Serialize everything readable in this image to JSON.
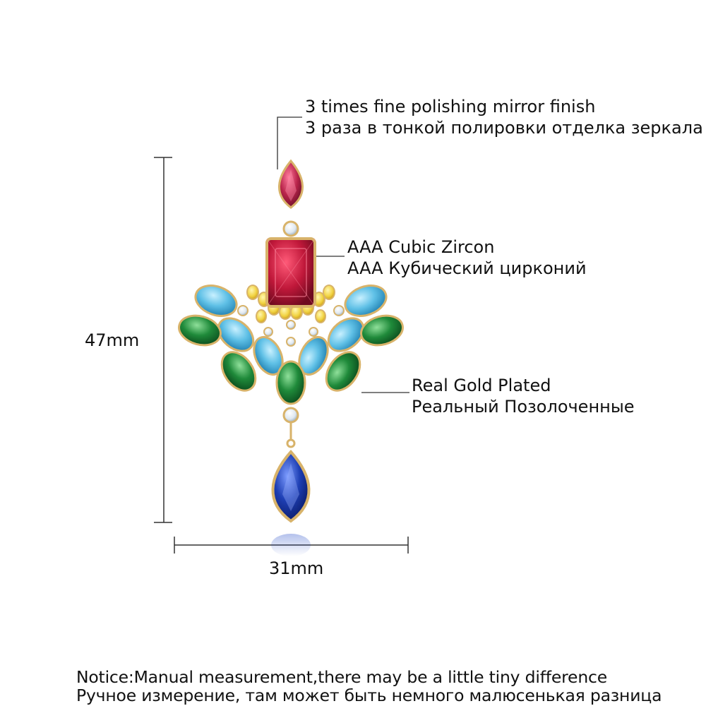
{
  "callouts": {
    "polish": {
      "en": "3 times fine polishing mirror finish",
      "ru": "3 раза в тонкой полировки отделка зеркала"
    },
    "zircon": {
      "en": "AAA Cubic Zircon",
      "ru": "AAA Кубический цирконий"
    },
    "gold": {
      "en": "Real Gold Plated",
      "ru": "Реальный Позолоченные"
    }
  },
  "dimensions": {
    "height": "47mm",
    "width": "31mm"
  },
  "notice": {
    "en": "Notice:Manual measurement,there may be a little tiny difference",
    "ru": "Ручное измерение, там может быть немного малюсенькая разница"
  },
  "colors": {
    "gold": "#d8b36a",
    "ruby": "#c0183a",
    "garnet": "#b8244a",
    "aquamarine": "#5fc0e6",
    "emerald": "#1f8a3a",
    "citrine": "#f2d445",
    "sapphire": "#1e3fb4",
    "clear": "#dfe8f0"
  }
}
